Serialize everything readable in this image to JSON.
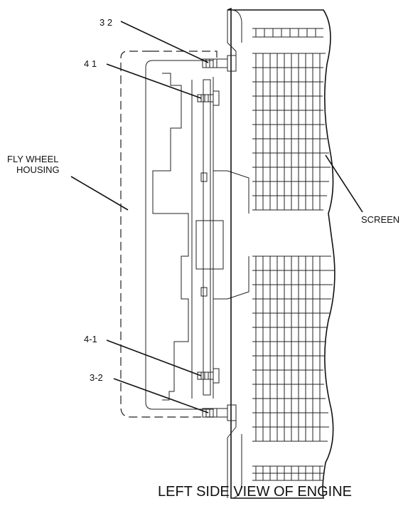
{
  "labels": {
    "top_bolt": "3 2",
    "top_screw": "4 1",
    "flywheel_line1": "FLY WHEEL",
    "flywheel_line2": "HOUSING",
    "screen": "SCREEN",
    "bottom_screw": "4-1",
    "bottom_bolt": "3-2"
  },
  "caption": "LEFT SIDE VIEW OF ENGINE"
}
